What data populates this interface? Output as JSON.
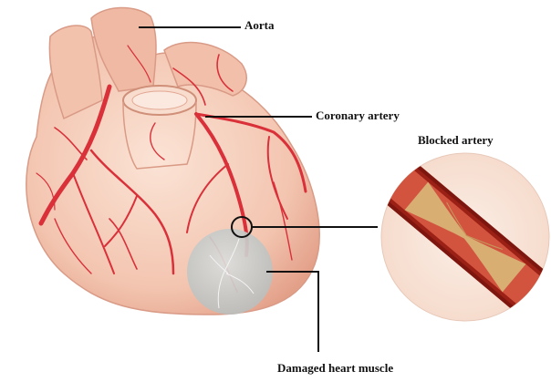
{
  "labels": {
    "aorta": "Aorta",
    "coronary_artery": "Coronary artery",
    "blocked_artery": "Blocked artery",
    "damaged_heart_muscle": "Damaged heart muscle"
  },
  "colors": {
    "heart_tissue": "#f3c7b3",
    "heart_shadow": "#e6a58f",
    "artery": "#d9303a",
    "artery_dark": "#a51d22",
    "damaged_area": "#c9ccca",
    "plaque": "#d8b376",
    "background": "#ffffff"
  }
}
